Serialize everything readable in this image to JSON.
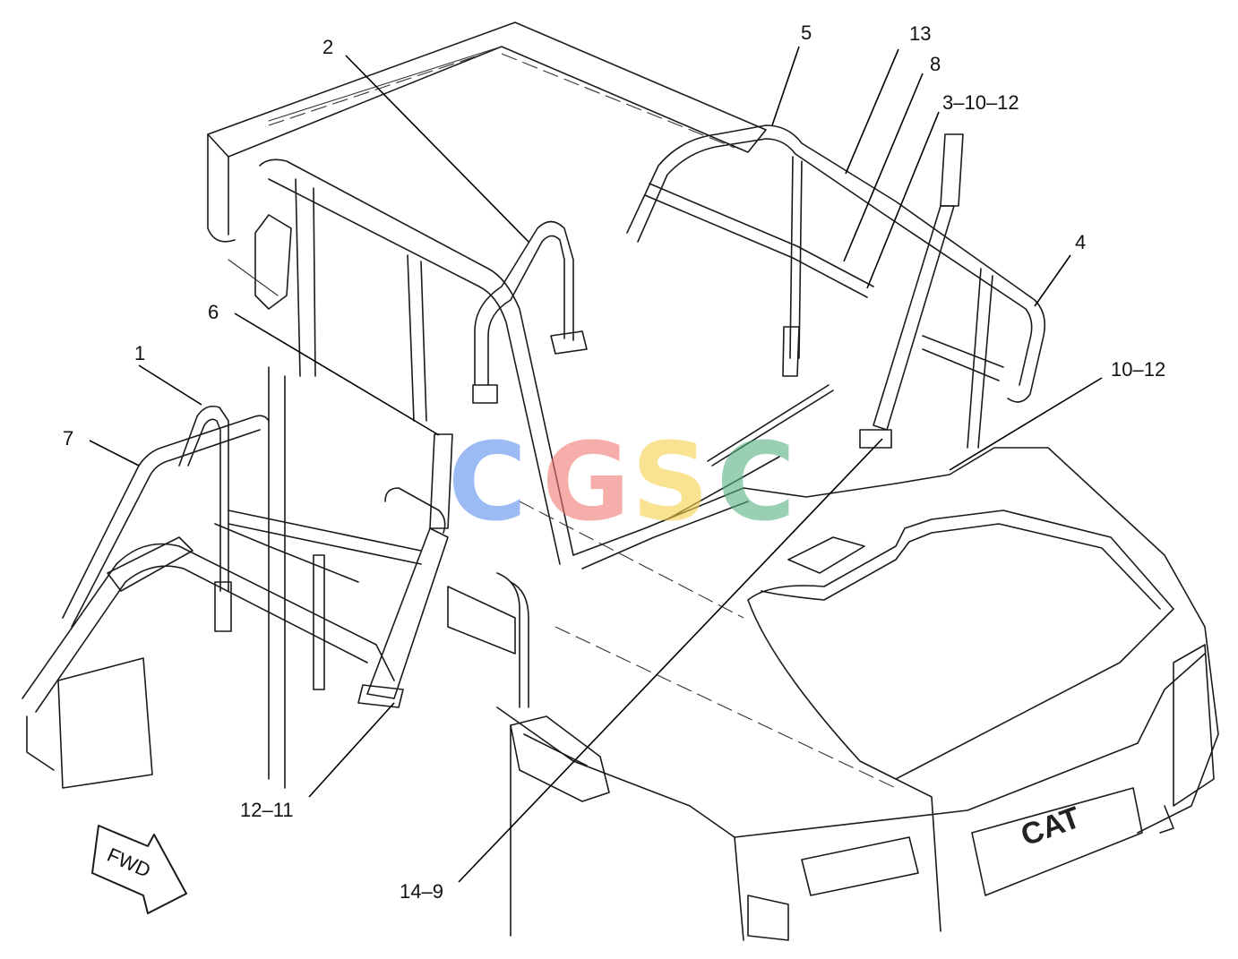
{
  "callouts": [
    {
      "id": "c1",
      "label": "1"
    },
    {
      "id": "c2",
      "label": "2"
    },
    {
      "id": "c4",
      "label": "4"
    },
    {
      "id": "c5",
      "label": "5"
    },
    {
      "id": "c6",
      "label": "6"
    },
    {
      "id": "c7",
      "label": "7"
    },
    {
      "id": "c8",
      "label": "8"
    },
    {
      "id": "c13",
      "label": "13"
    },
    {
      "id": "c3-10-12",
      "label": "3–10–12"
    },
    {
      "id": "c10-12",
      "label": "10–12"
    },
    {
      "id": "c12-11",
      "label": "12–11"
    },
    {
      "id": "c14-9",
      "label": "14–9"
    }
  ],
  "direction_arrow": {
    "label": "FWD"
  },
  "brand_logo": {
    "text": "CAT"
  },
  "watermark": {
    "letters": [
      "C",
      "G",
      "S",
      "C"
    ],
    "colors": [
      "#5b8ff0",
      "#f07a72",
      "#f6cf4a",
      "#56b07f"
    ]
  }
}
